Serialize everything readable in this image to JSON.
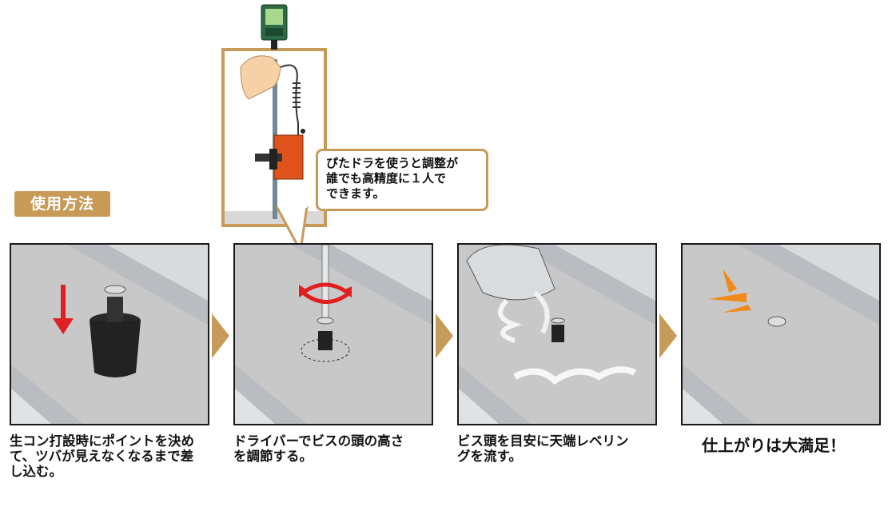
{
  "usage_label": "使用方法",
  "callout": {
    "lines": [
      "ぴたドラを使うと調整が",
      "誰でも高精度に１人で",
      "できます。"
    ]
  },
  "steps": [
    {
      "lines": [
        "生コン打設時にポイントを決め",
        "て、ツバが見えなくなるまで差",
        "し込む。"
      ]
    },
    {
      "lines": [
        "ドライバーでビスの頭の高さ",
        "を調節する。"
      ]
    },
    {
      "lines": [
        "ビス頭を目安に天端レベリン",
        "グを流す。"
      ]
    },
    {
      "lines": [
        "仕上がりは大満足！"
      ]
    }
  ],
  "colors": {
    "accent": "#c79a57",
    "red_arrow": "#e02020",
    "orange": "#f08a1c",
    "floor": "#c9c8c8"
  },
  "icons": {
    "step_arrow": "chevron-right-icon",
    "down_arrow": "arrow-down-icon",
    "rotate_arrow": "rotate-icon",
    "shine_mark": "sparkle-icon"
  }
}
